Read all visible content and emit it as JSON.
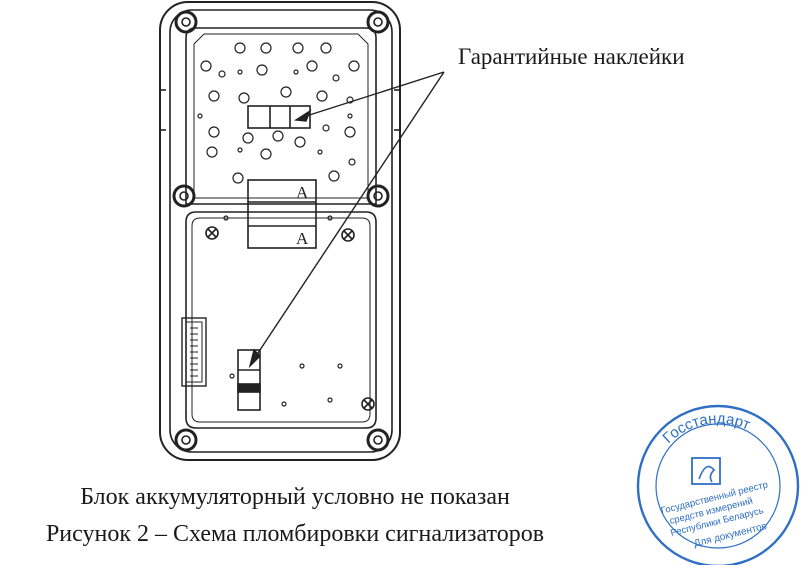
{
  "callout": {
    "text": "Гарантийные наклейки"
  },
  "caption": {
    "line1": "Блок аккумуляторный условно не показан",
    "line2": "Рисунок 2 – Схема пломбировки сигнализаторов"
  },
  "stickers": {
    "letter_upper": "A",
    "letter_lower": "A"
  },
  "stamp": {
    "org": "Госстандарт",
    "lines": [
      "Государственный реестр",
      "средств измерений",
      "Республики Беларусь",
      "Для документов"
    ],
    "color": "#2f6fc4"
  },
  "colors": {
    "line": "#222222",
    "stamp": "#2f6fc4"
  }
}
